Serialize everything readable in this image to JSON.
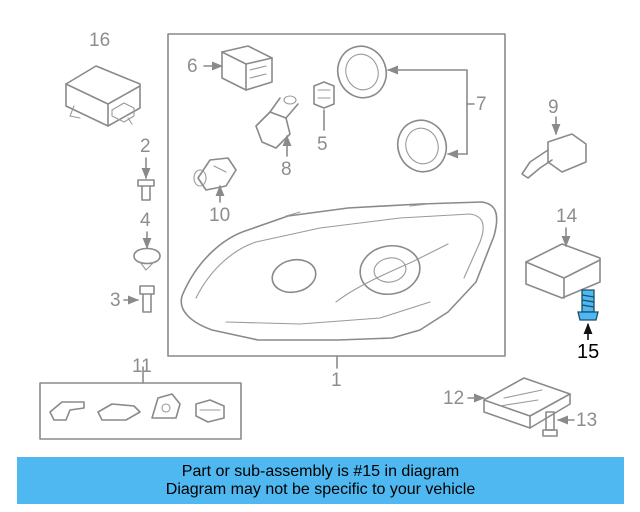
{
  "diagram": {
    "highlight_color": "#4fb8f0",
    "part_labels": {
      "p1": "1",
      "p2": "2",
      "p3": "3",
      "p4": "4",
      "p5": "5",
      "p6": "6",
      "p7": "7",
      "p8": "8",
      "p9": "9",
      "p10": "10",
      "p11": "11",
      "p12": "12",
      "p13": "13",
      "p14": "14",
      "p15": "15",
      "p16": "16"
    }
  },
  "banner": {
    "line1": "Part or sub-assembly is #15 in diagram",
    "line2": "Diagram may not be specific to your vehicle"
  }
}
